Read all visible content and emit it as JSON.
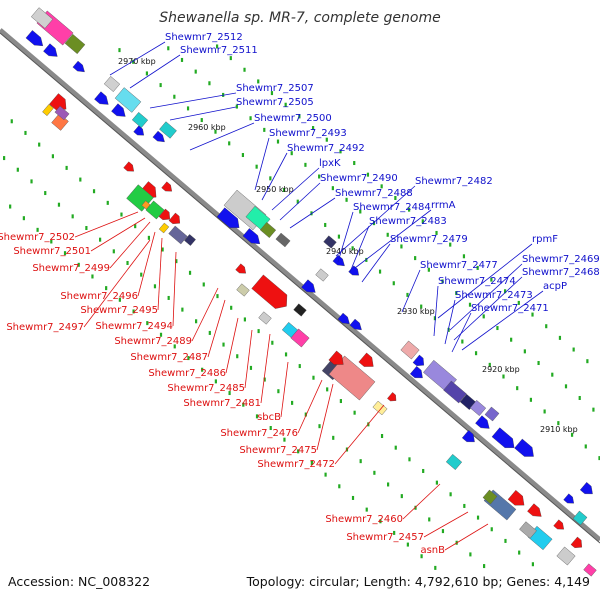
{
  "header": {
    "title": "Shewanella sp. MR-7, complete genome"
  },
  "footer": {
    "accession": "Accession: NC_008322",
    "topology": "Topology: circular; Length: 4,792,610 bp; Genes: 4,149"
  },
  "colors": {
    "backbone": "#8a8a8a",
    "forward_label": "#1111cc",
    "reverse_label": "#dd1111",
    "tick": "#22aa22",
    "arrow_blue": "#1111ee",
    "arrow_red": "#ee1111"
  },
  "kbp_markers": [
    {
      "label": "2970 kbp"
    },
    {
      "label": "2960 kbp"
    },
    {
      "label": "2950 kbp"
    },
    {
      "label": "2940 kbp"
    },
    {
      "label": "2930 kbp"
    },
    {
      "label": "2920 kbp"
    },
    {
      "label": "2910 kbp"
    }
  ],
  "forward_genes": [
    "Shewmr7_2512",
    "Shewmr7_2511",
    "Shewmr7_2507",
    "Shewmr7_2505",
    "Shewmr7_2500",
    "Shewmr7_2493",
    "Shewmr7_2492",
    "lpxK",
    "Shewmr7_2490",
    "Shewmr7_2488",
    "Shewmr7_2482",
    "Shewmr7_2484",
    "rrmA",
    "Shewmr7_2483",
    "Shewmr7_2479",
    "rpmF",
    "Shewmr7_2469",
    "Shewmr7_2468",
    "Shewmr7_2477",
    "Shewmr7_2474",
    "acpP",
    "Shewmr7_2473",
    "Shewmr7_2471"
  ],
  "reverse_genes": [
    "Shewmr7_2502",
    "Shewmr7_2501",
    "Shewmr7_2499",
    "Shewmr7_2496",
    "Shewmr7_2495",
    "Shewmr7_2497",
    "Shewmr7_2494",
    "Shewmr7_2489",
    "Shewmr7_2487",
    "Shewmr7_2486",
    "Shewmr7_2485",
    "Shewmr7_2481",
    "sbcB",
    "Shewmr7_2476",
    "Shewmr7_2475",
    "Shewmr7_2472",
    "Shewmr7_2460",
    "Shewmr7_2457",
    "asnB"
  ]
}
